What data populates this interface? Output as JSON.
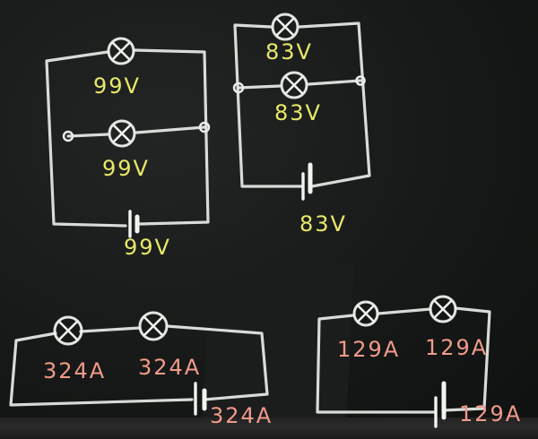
{
  "colors": {
    "board": "#141615",
    "chalk_white": "#e9ece8",
    "chalk_yellow": "#e8e86a",
    "chalk_pink": "#f19a8a"
  },
  "circuits": [
    {
      "id": "parallel-left",
      "type": "parallel",
      "labels": {
        "bulb1": "99V",
        "bulb2": "99V",
        "battery": "99V"
      }
    },
    {
      "id": "parallel-right",
      "type": "parallel",
      "labels": {
        "bulb1": "83V",
        "bulb2": "83V",
        "battery": "83V"
      }
    },
    {
      "id": "series-left",
      "type": "series",
      "labels": {
        "bulb1": "324A",
        "bulb2": "324A",
        "battery": "324A"
      }
    },
    {
      "id": "series-right",
      "type": "series",
      "labels": {
        "bulb1": "129A",
        "bulb2": "129A",
        "battery": "129A"
      }
    }
  ],
  "icons": [
    "bulb-icon",
    "battery-icon",
    "junction-icon"
  ]
}
